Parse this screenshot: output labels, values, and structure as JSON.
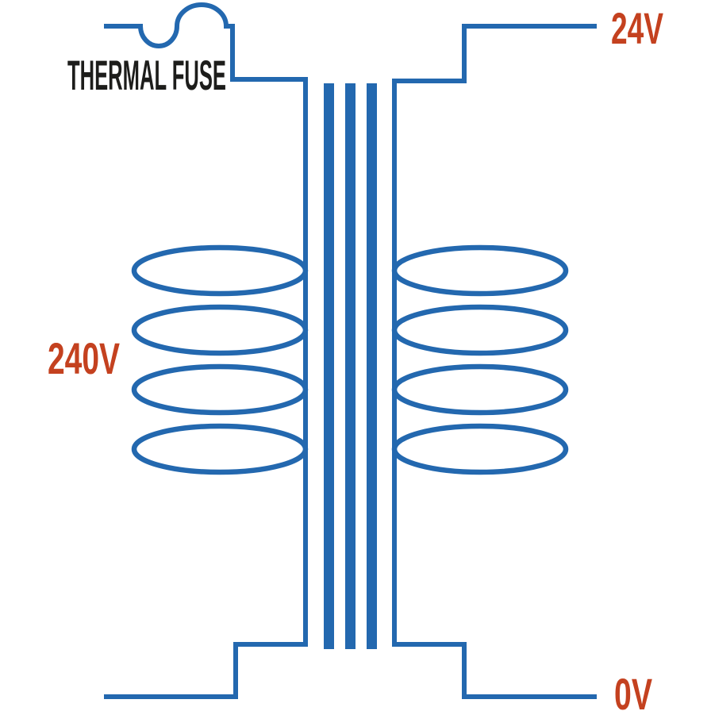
{
  "labels": {
    "thermal_fuse": "THERMAL FUSE",
    "secondary_top_terminal": "24V",
    "primary_terminal": "240V",
    "secondary_bottom_terminal": "0V"
  },
  "colors": {
    "wire": "#2368af",
    "label": "#c4411f",
    "fuse_label": "#1d1d1b",
    "background": "#ffffff"
  }
}
